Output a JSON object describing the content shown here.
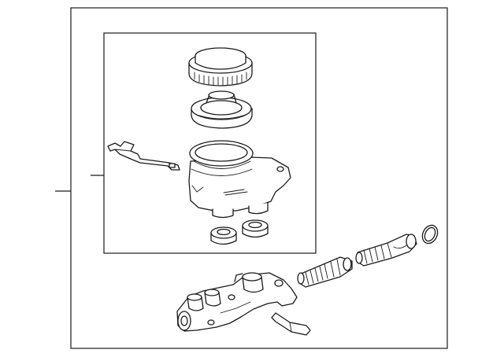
{
  "diagram": {
    "parts": [
      {
        "name": "reservoir-cap"
      },
      {
        "name": "reservoir-strainer"
      },
      {
        "name": "level-warning-switch"
      },
      {
        "name": "brake-fluid-reservoir"
      },
      {
        "name": "grommet-left"
      },
      {
        "name": "grommet-right"
      },
      {
        "name": "master-cylinder-body"
      },
      {
        "name": "primary-piston-assembly"
      },
      {
        "name": "secondary-piston-assembly"
      },
      {
        "name": "o-ring"
      },
      {
        "name": "bleeder-pin"
      }
    ],
    "frame_color": "#1a1a1a",
    "background_color": "#ffffff"
  }
}
